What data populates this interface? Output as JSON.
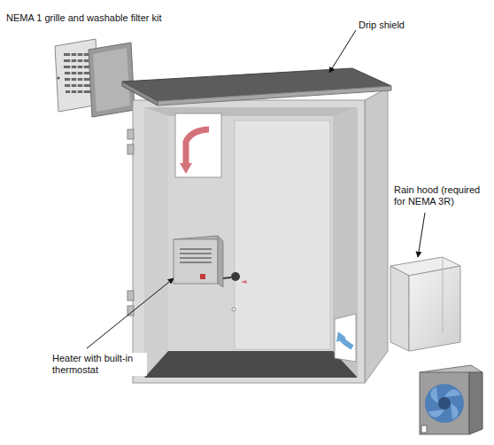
{
  "diagram": {
    "labels": [
      "NEMA 1 grille and washable filter kit",
      "Drip shield",
      "Rain hood (required for NEMA 3R)",
      "Heater with built-in thermostat"
    ]
  }
}
